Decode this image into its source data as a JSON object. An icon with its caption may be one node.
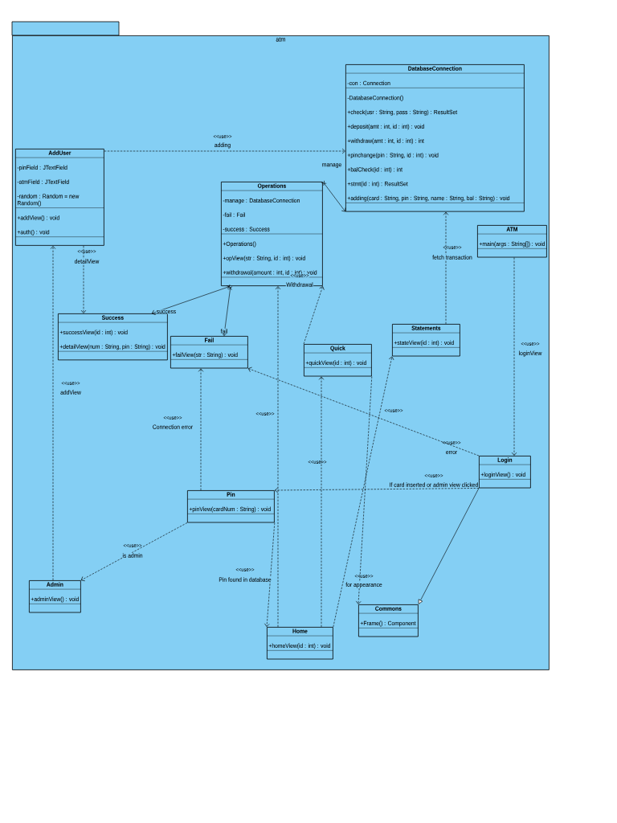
{
  "diagram": {
    "nodes": [
      {
        "text": [
          "atm"
        ]
      },
      {
        "text": [
          "DatabaseConnection",
          "-con : Connection",
          "-DatabaseConnection()",
          "+check(usr : String, pass : String) : ResultSet",
          "+deposit(amt : int, id : int) : void",
          "+withdraw(amt : int, id : int) : int",
          "+pinchange(pin : String, id : int) : void",
          "+balCheck(id : int) : int",
          "+stmt(id : int) : ResultSet",
          "+adding(card : String, pin : String, name : String, bal : String) : void"
        ],
        "in": 0
      },
      {
        "text": [
          "AddUser",
          "-pinField : JTextField",
          "-atmField : JTextField",
          "-random : Random = new Random()",
          "+addView() : void",
          "+auth() : void"
        ],
        "in": 0
      },
      {
        "text": [
          "Operations",
          "-manage : DatabaseConnection",
          "-fail : Fail",
          "-success : Success",
          "+Operations()",
          "+opView(str : String, id : int) : void",
          "+withdrawal(amount : int, id : int) : void"
        ],
        "in": 0
      },
      {
        "text": [
          "ATM",
          "+main(args : String[]) : void"
        ],
        "in": 0
      },
      {
        "text": [
          "Success",
          "+successView(id : int) : void",
          "+detailView(num : String, pin : String) : void"
        ],
        "in": 0
      },
      {
        "text": [
          "Fail",
          "+failView(str : String) : void"
        ],
        "in": 0
      },
      {
        "text": [
          "Quick",
          "+quickView(id : int) : void"
        ],
        "in": 0
      },
      {
        "text": [
          "Statements",
          "+stateView(id : int) : void"
        ],
        "in": 0
      },
      {
        "text": [
          "Login",
          "+loginView() : void"
        ],
        "in": 0
      },
      {
        "text": [
          "Pin",
          "+pinView(cardNum : String) : void"
        ],
        "in": 0
      },
      {
        "text": [
          "Admin",
          "+adminView() : void"
        ],
        "in": 0
      },
      {
        "text": [
          "Commons",
          "+Frame() : Component"
        ],
        "in": 0
      },
      {
        "text": [
          "Home",
          "+homeView(id : int) : void"
        ],
        "in": 0
      }
    ],
    "edges": [
      {
        "from": 2,
        "to": 1,
        "arrow": "to",
        "label": "adding",
        "style": "dashed"
      },
      {
        "from": 3,
        "to": 1,
        "arrow": "to",
        "label": "manage"
      },
      {
        "from": 3,
        "to": 5,
        "arrow": "to",
        "label": "success"
      },
      {
        "from": 3,
        "to": 6,
        "arrow": "to",
        "label": "fail"
      },
      {
        "from": 2,
        "to": 5,
        "arrow": "to",
        "label": "detailView",
        "style": "dashed"
      },
      {
        "from": 11,
        "to": 2,
        "arrow": "to",
        "label": "addView",
        "style": "dashed"
      },
      {
        "from": 10,
        "to": 6,
        "arrow": "to",
        "label": "Connection error",
        "style": "dashed"
      },
      {
        "from": 10,
        "to": 11,
        "arrow": "to",
        "label": "is admin",
        "style": "dashed"
      },
      {
        "from": 10,
        "to": 13,
        "arrow": "to",
        "label": "Pin found in database",
        "style": "dashed"
      },
      {
        "from": 13,
        "to": 3,
        "arrow": "to",
        "style": "dashed"
      },
      {
        "from": 13,
        "to": 7,
        "arrow": "to",
        "style": "dashed"
      },
      {
        "from": 13,
        "to": 8,
        "arrow": "to",
        "style": "dashed"
      },
      {
        "from": 9,
        "to": 6,
        "arrow": "to",
        "label": "error",
        "style": "dashed"
      },
      {
        "from": 9,
        "to": 10,
        "arrow": "to",
        "label": "If card inserted or admin view clicked",
        "style": "dashed"
      },
      {
        "from": 4,
        "to": 9,
        "arrow": "to",
        "label": "loginView",
        "style": "dashed"
      },
      {
        "from": 8,
        "to": 1,
        "arrow": "to",
        "label": "fetch transaction",
        "style": "dashed"
      },
      {
        "from": 7,
        "to": 3,
        "arrow": "to",
        "label": "Withdrawal",
        "style": "dashed"
      },
      {
        "from": 9,
        "to": 12,
        "arrow": "to"
      },
      {
        "from": 7,
        "to": 12,
        "arrow": "to",
        "label": "for appearance",
        "style": "dashed"
      }
    ],
    "labels": [
      "<<use>>",
      "<<use>>",
      "<<use>>",
      "<<use>>",
      "<<use>>",
      "<<use>>",
      "<<use>>",
      "<<use>>",
      "<<use>>",
      "<<use>>",
      "<<use>>",
      "<<use>>",
      "<<use>>",
      "<<use>>",
      "<<use>>"
    ]
  }
}
